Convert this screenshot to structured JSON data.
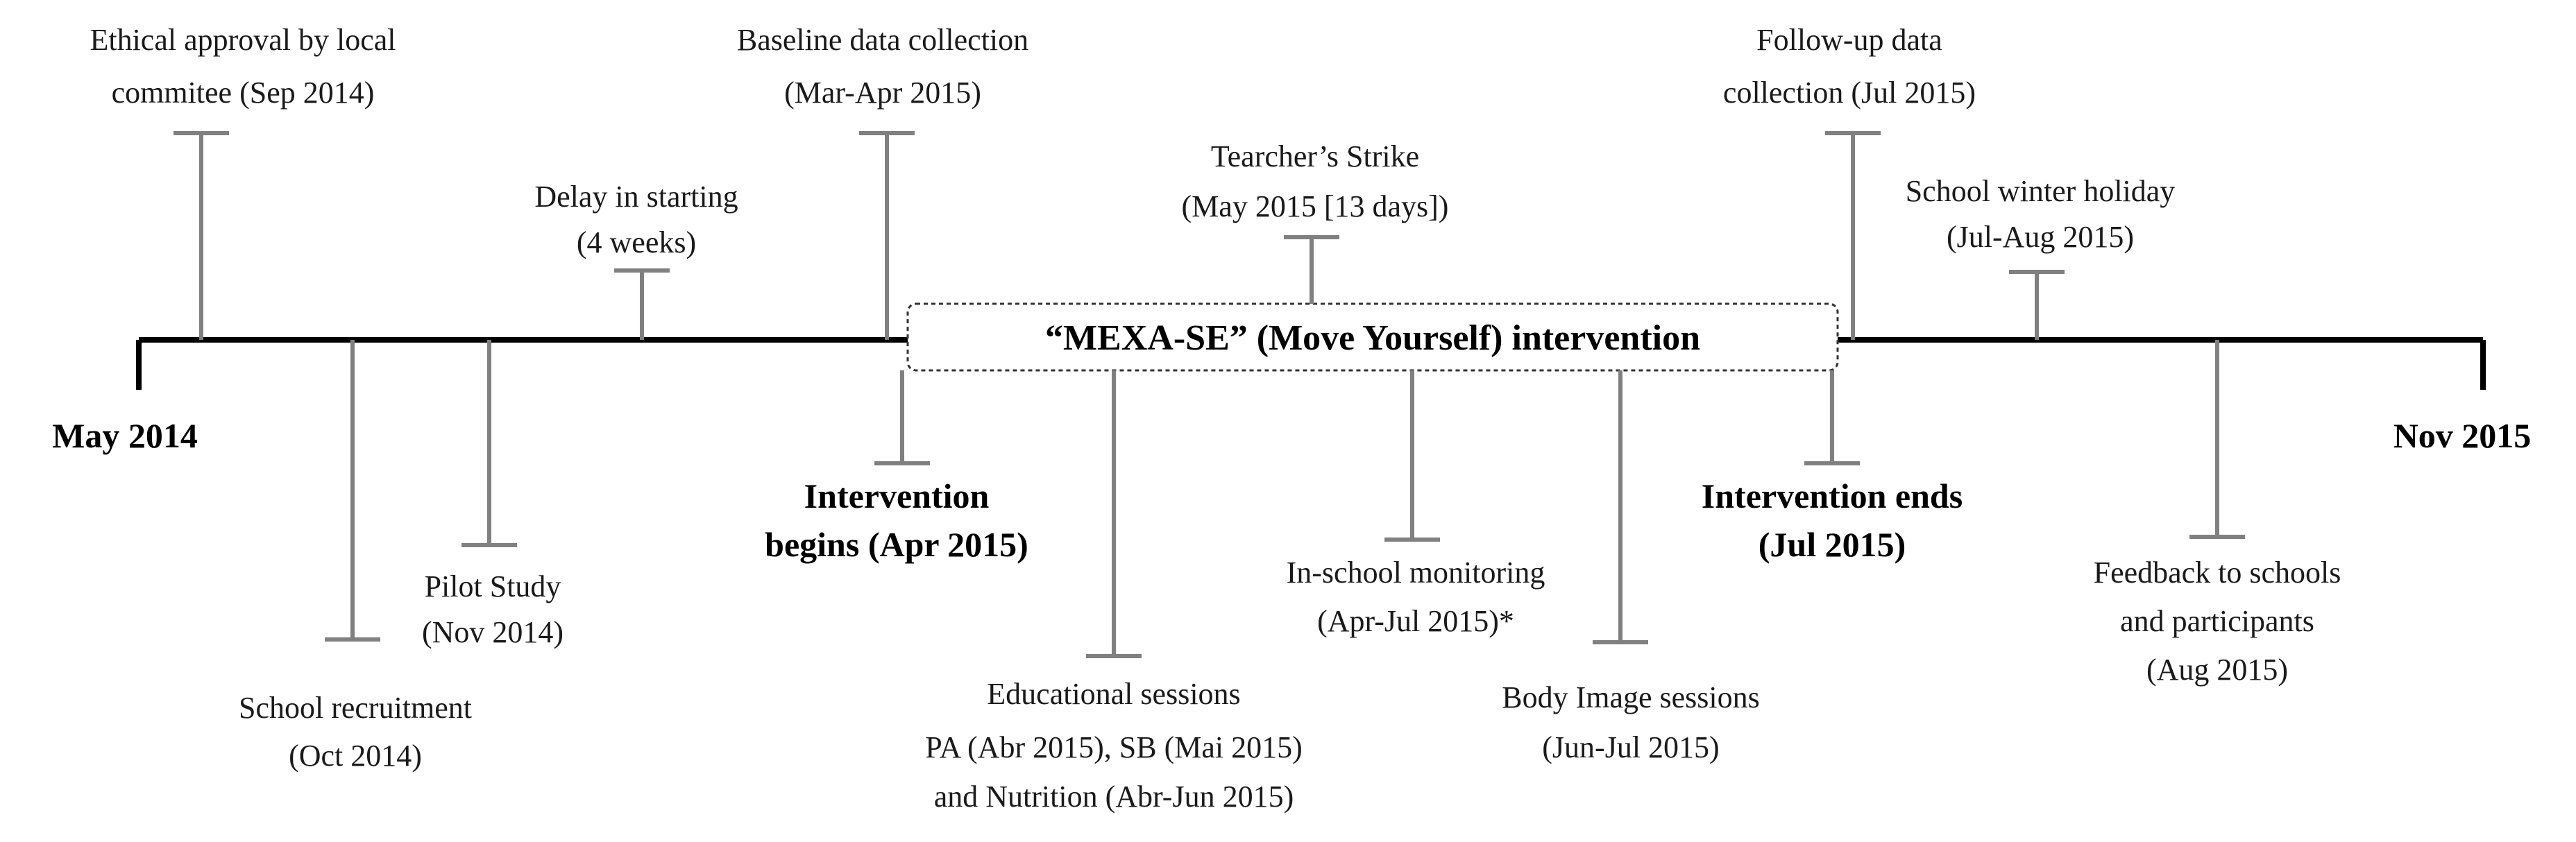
{
  "timeline": {
    "start_label": "May 2014",
    "end_label": "Nov 2015",
    "intervention_box": "“MEXA-SE” (Move Yourself) intervention",
    "events": {
      "ethical": [
        "Ethical approval by local",
        "commitee (Sep 2014)"
      ],
      "recruitment": [
        "School recruitment",
        "(Oct 2014)"
      ],
      "pilot": [
        "Pilot Study",
        "(Nov 2014)"
      ],
      "delay": [
        "Delay in starting",
        "(4 weeks)"
      ],
      "baseline": [
        "Baseline  data collection",
        "(Mar-Apr 2015)"
      ],
      "intervention_begins": [
        "Intervention",
        "begins (Apr 2015)"
      ],
      "educational": [
        "Educational sessions",
        "PA (Abr 2015), SB (Mai 2015)",
        "and Nutrition (Abr-Jun 2015)"
      ],
      "strike": [
        "Tearcher’s Strike",
        "(May 2015 [13 days])"
      ],
      "monitoring": [
        "In-school monitoring",
        "(Apr-Jul 2015)*"
      ],
      "body_image": [
        "Body Image sessions",
        "(Jun-Jul 2015)"
      ],
      "followup": [
        "Follow-up data",
        "collection (Jul 2015)"
      ],
      "intervention_ends": [
        "Intervention ends",
        "(Jul 2015)"
      ],
      "winter": [
        "School winter holiday",
        "(Jul-Aug 2015)"
      ],
      "feedback": [
        "Feedback to schools",
        "and participants",
        "(Aug 2015)"
      ]
    }
  }
}
